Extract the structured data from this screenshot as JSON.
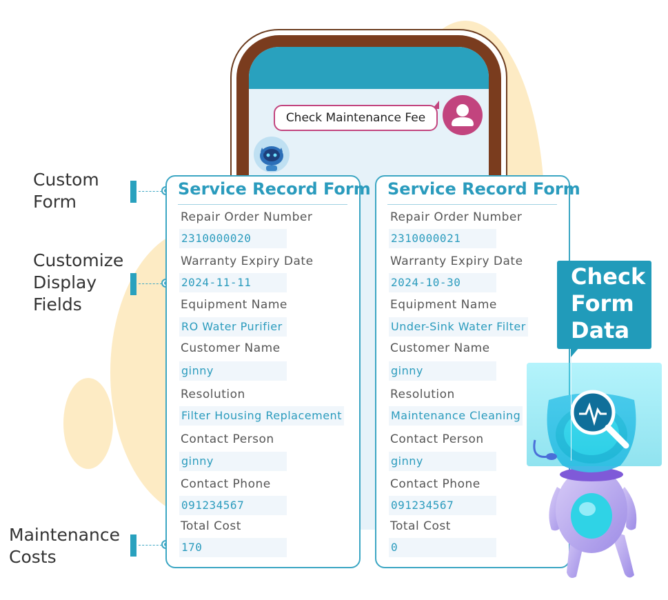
{
  "chat": {
    "user_message": "Check Maintenance Fee"
  },
  "side_labels": {
    "custom_form": [
      "Custom",
      "Form"
    ],
    "display_fields": [
      "Customize",
      "Display",
      "Fields"
    ],
    "costs": [
      "Maintenance",
      "Costs"
    ]
  },
  "callout": {
    "lines": [
      "Check",
      "Form",
      "Data"
    ]
  },
  "forms": [
    {
      "title": "Service Record Form",
      "fields": [
        {
          "label": "Repair Order Number",
          "value": "2310000020"
        },
        {
          "label": "Warranty Expiry Date",
          "value": "2024-11-11"
        },
        {
          "label": "Equipment Name",
          "value": "RO Water Purifier"
        },
        {
          "label": "Customer Name",
          "value": "ginny"
        },
        {
          "label": "Resolution",
          "value": "Filter Housing Replacement"
        },
        {
          "label": "Contact Person",
          "value": "ginny"
        },
        {
          "label": "Contact Phone",
          "value": "091234567"
        },
        {
          "label": "Total Cost",
          "value": "170"
        }
      ]
    },
    {
      "title": "Service Record Form",
      "fields": [
        {
          "label": "Repair Order Number",
          "value": "2310000021"
        },
        {
          "label": "Warranty Expiry Date",
          "value": "2024-10-30"
        },
        {
          "label": "Equipment Name",
          "value": "Under-Sink Water Filter"
        },
        {
          "label": "Customer Name",
          "value": "ginny"
        },
        {
          "label": "Resolution",
          "value": "Maintenance Cleaning"
        },
        {
          "label": "Contact Person",
          "value": "ginny"
        },
        {
          "label": "Contact Phone",
          "value": "091234567"
        },
        {
          "label": "Total Cost",
          "value": "0"
        }
      ]
    }
  ],
  "colors": {
    "accent": "#29a1be",
    "user_avatar": "#c2447e",
    "frame": "#7a3c1e",
    "blob": "#fdebc4"
  },
  "icons": [
    "user-icon",
    "robot-icon",
    "magnifier-pulse-icon"
  ]
}
